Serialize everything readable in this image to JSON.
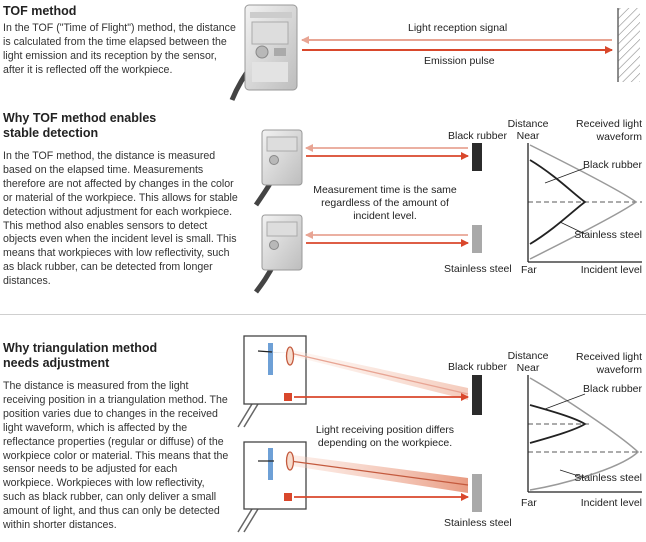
{
  "tof": {
    "title": "TOF method",
    "body": "In the TOF (\"Time of Flight\") method, the distance is calculated from the time elapsed between the light emission and its reception by the sensor, after it is reflected off the workpiece.",
    "reception_label": "Light reception signal",
    "emission_label": "Emission pulse"
  },
  "stable": {
    "title": "Why TOF method enables stable detection",
    "body": "In the TOF method, the distance is measured based on the elapsed time. Measurements therefore are not affected by changes in the color or material of the workpiece.  This allows for stable detection without adjustment for each workpiece.  This method also enables sensors to detect objects even when the incident level is small. This means that workpieces with low reflectivity, such as black rubber, can be detected from longer distances.",
    "black_rubber": "Black rubber",
    "stainless_steel": "Stainless steel",
    "note": "Measurement time is the same regardless of the amount of incident level.",
    "graph": {
      "distance": "Distance",
      "near": "Near",
      "far": "Far",
      "received": "Received light waveform",
      "incident": "Incident level",
      "curve_black": "Black rubber",
      "curve_steel": "Stainless steel"
    }
  },
  "tri": {
    "title": "Why triangulation method needs adjustment",
    "body": "The distance is measured from the light receiving position in a triangulation method. The position varies due to changes in the received light waveform, which is affected by the reflectance properties (regular or diffuse) of the workpiece color or material.  This means that the sensor needs to be adjusted for each workpiece.  Workpieces with low reflectivity, such as black rubber, can only deliver a small amount of light, and thus can only be detected within shorter distances.",
    "black_rubber": "Black rubber",
    "stainless_steel": "Stainless steel",
    "note": "Light receiving position differs depending on the workpiece.",
    "graph": {
      "distance": "Distance",
      "near": "Near",
      "far": "Far",
      "received": "Received light waveform",
      "incident": "Incident level",
      "curve_black": "Black rubber",
      "curve_steel": "Stainless steel"
    }
  },
  "colors": {
    "beam": "#d9472b",
    "beam_light": "#f2b8a8",
    "dark_block": "#2b2b2b",
    "grey_block": "#a9a9a9"
  },
  "icons": [
    "sensor-device-icon",
    "wall-hatch-icon",
    "lens-icon",
    "laser-emitter-icon"
  ]
}
